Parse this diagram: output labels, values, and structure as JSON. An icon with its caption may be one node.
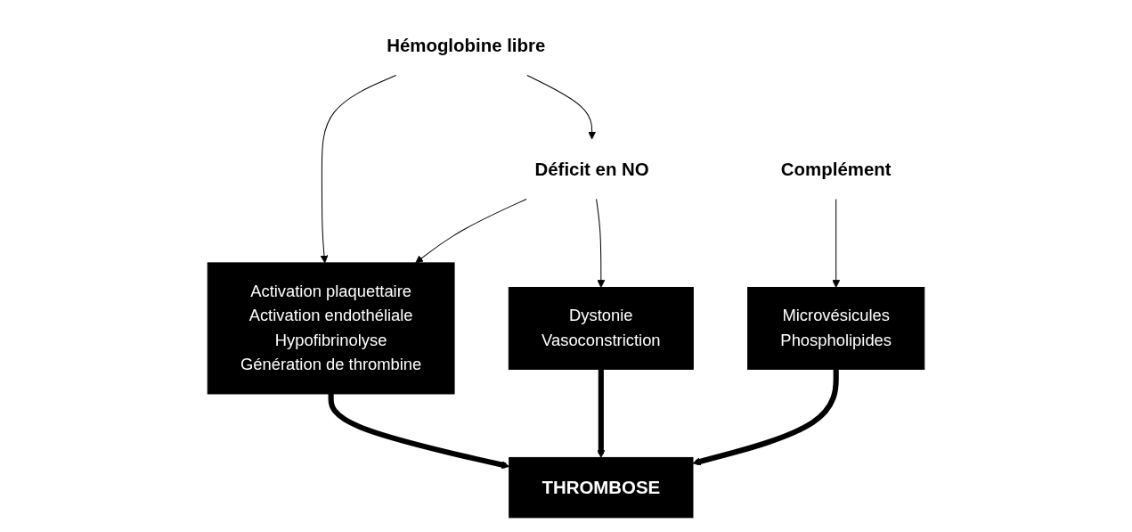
{
  "diagram": {
    "nodes": [
      {
        "text": [
          "Hémoglobine libre"
        ]
      },
      {
        "text": [
          "Déficit en NO"
        ]
      },
      {
        "text": [
          "Complément"
        ]
      },
      {
        "text": [
          "Activation plaquettaire",
          "Activation endothéliale",
          "Hypofibrinolyse",
          "Génération de thrombine"
        ]
      },
      {
        "text": [
          "Dystonie",
          "Vasoconstriction"
        ]
      },
      {
        "text": [
          "Microvésicules",
          "Phospholipides"
        ]
      },
      {
        "text": [
          "THROMBOSE"
        ]
      }
    ],
    "edges": [
      {
        "from": 0,
        "to": 1,
        "arrow": "to"
      },
      {
        "from": 0,
        "to": 3,
        "arrow": "to"
      },
      {
        "from": 1,
        "to": 3,
        "arrow": "to"
      },
      {
        "from": 1,
        "to": 4,
        "arrow": "to"
      },
      {
        "from": 2,
        "to": 5,
        "arrow": "to"
      },
      {
        "from": 3,
        "to": 6,
        "arrow": "to",
        "style": "thick"
      },
      {
        "from": 4,
        "to": 6,
        "arrow": "to",
        "style": "thick"
      },
      {
        "from": 5,
        "to": 6,
        "arrow": "to",
        "style": "thick"
      }
    ]
  }
}
